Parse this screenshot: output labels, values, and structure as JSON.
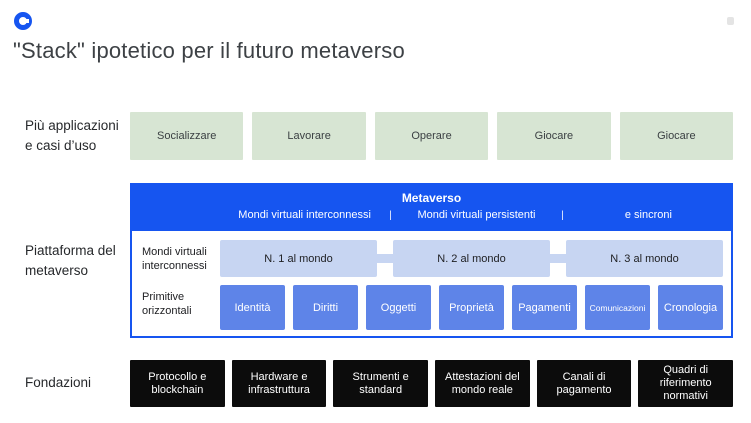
{
  "page": {
    "title": "\"Stack\" ipotetico per il futuro metaverso"
  },
  "colors": {
    "accent_blue": "#1655f0",
    "light_blue_box": "#c7d5f2",
    "mid_blue_box": "#5e84e8",
    "green_box": "#d7e5d3",
    "black_box": "#0c0c0c"
  },
  "icons": {
    "logo": "coinbase-logo"
  },
  "rows": {
    "applications": {
      "label_lines": [
        "Più applicazioni",
        "e casi d’uso"
      ],
      "items": [
        "Socializzare",
        "Lavorare",
        "Operare",
        "Giocare",
        "Giocare"
      ]
    },
    "platform": {
      "label_lines": [
        "Piattaforma del",
        "metaverso"
      ],
      "header": {
        "title": "Metaverso",
        "separator": "|",
        "subtitles": [
          "Mondi virtuali interconnessi",
          "Mondi virtuali persistenti",
          "e sincroni"
        ]
      },
      "worlds": {
        "label_lines": [
          "Mondi virtuali",
          "interconnessi"
        ],
        "items": [
          "N. 1 al mondo",
          "N. 2 al mondo",
          "N. 3 al mondo"
        ]
      },
      "primitives": {
        "label_lines": [
          "Primitive",
          "orizzontali"
        ],
        "items": [
          "Identità",
          "Diritti",
          "Oggetti",
          "Proprietà",
          "Pagamenti",
          "Comunicazioni",
          "Cronologia"
        ]
      }
    },
    "foundations": {
      "label": "Fondazioni",
      "items": [
        "Protocollo e blockchain",
        "Hardware e infrastruttura",
        "Strumenti e standard",
        "Attestazioni del mondo reale",
        "Canali di pagamento",
        "Quadri di riferimento normativi"
      ]
    }
  }
}
